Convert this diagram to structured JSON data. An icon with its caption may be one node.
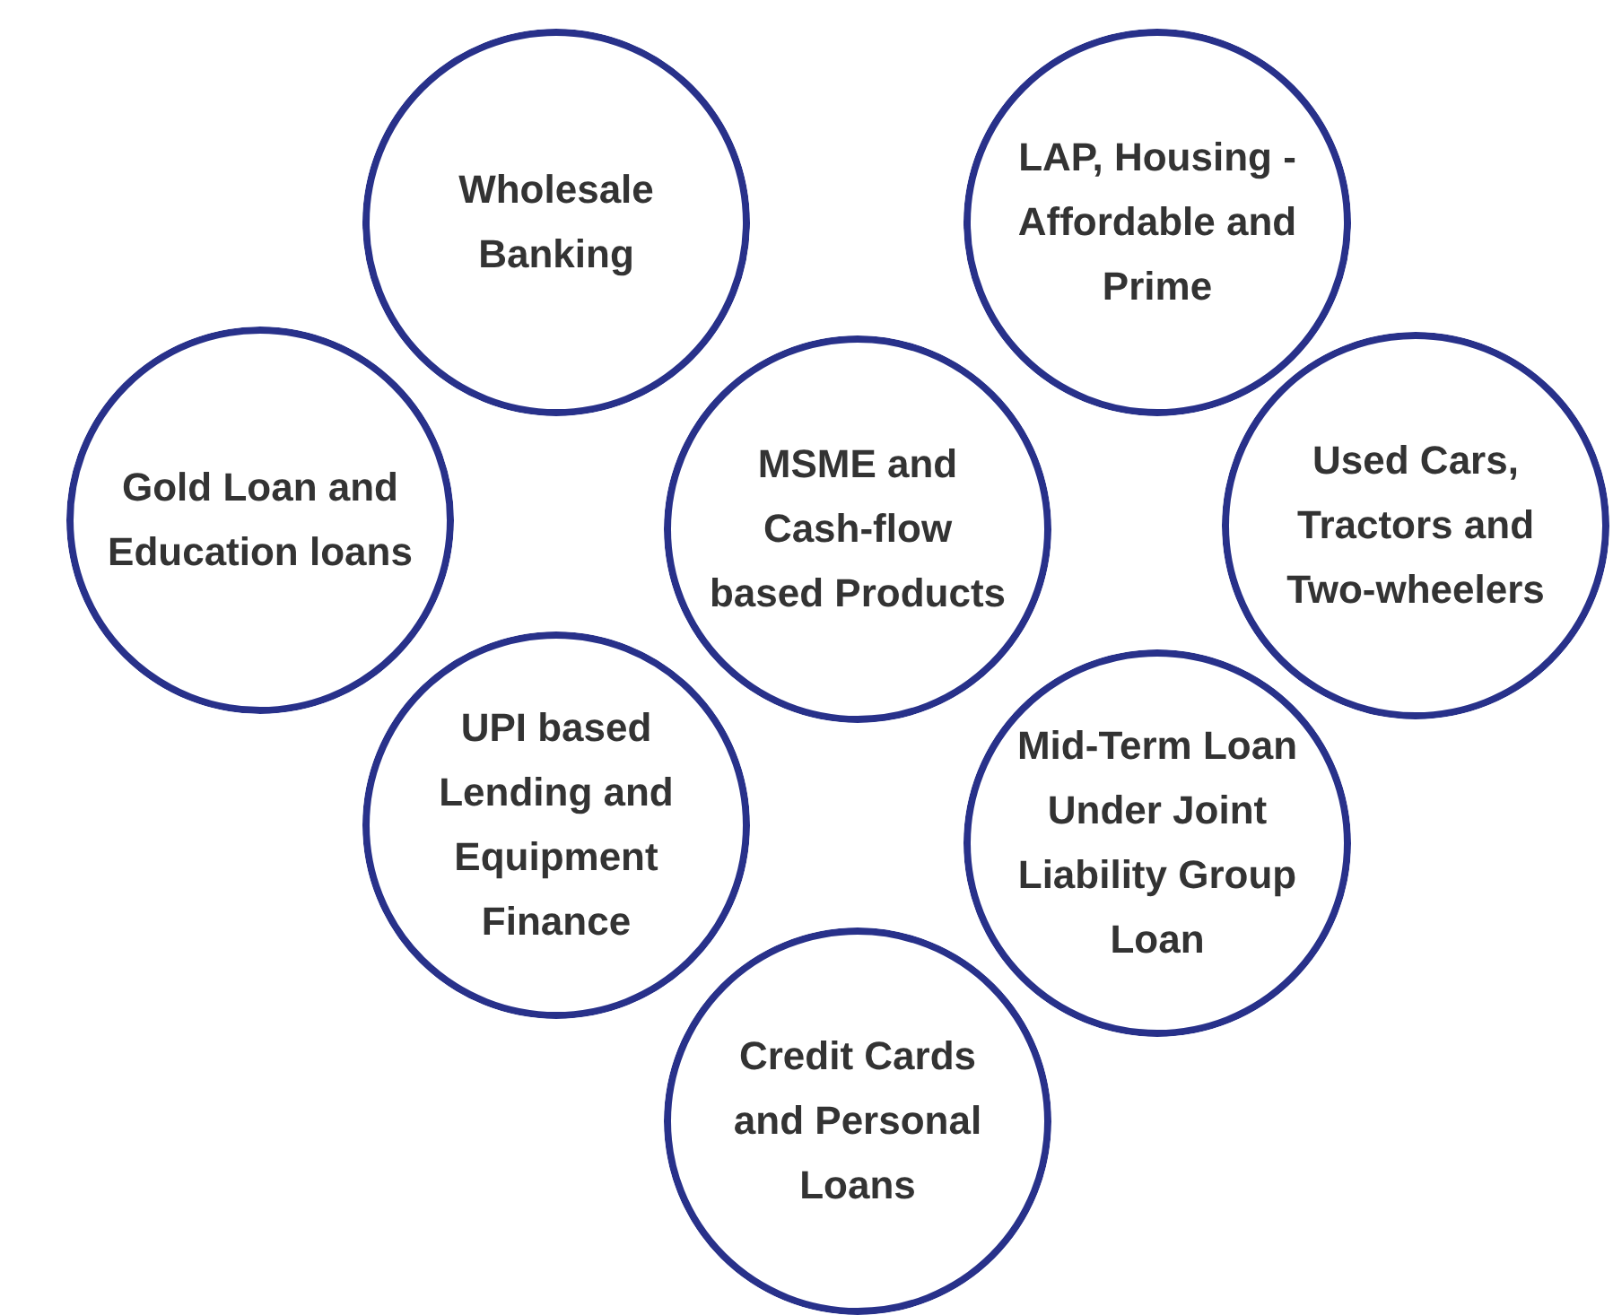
{
  "diagram": {
    "nodes": [
      {
        "text": [
          "Wholesale Banking"
        ]
      },
      {
        "text": [
          "LAP, Housing - Affordable and Prime"
        ]
      },
      {
        "text": [
          "Gold Loan and Education loans"
        ]
      },
      {
        "text": [
          "MSME and Cash-flow based Products"
        ]
      },
      {
        "text": [
          "Used Cars, Tractors and Two-wheelers"
        ]
      },
      {
        "text": [
          "UPI based Lending and Equipment Finance"
        ]
      },
      {
        "text": [
          "Mid-Term Loan Under Joint Liability Group Loan"
        ]
      },
      {
        "text": [
          "Credit Cards and Personal Loans"
        ]
      }
    ]
  }
}
